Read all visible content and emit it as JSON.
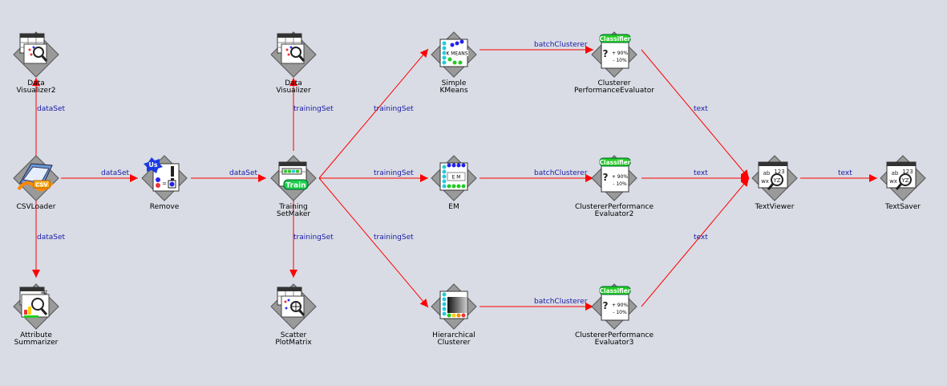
{
  "colors": {
    "background": "#d9dce4",
    "connection": "#ff0000",
    "connection_label": "#1a1aa8"
  },
  "nodes": {
    "data_visualizer2": {
      "label": "Data\nVisualizer2",
      "icon": "data-visualizer-icon"
    },
    "data_visualizer": {
      "label": "Data\nVisualizer",
      "icon": "data-visualizer-icon"
    },
    "simple_kmeans": {
      "label": "Simple\nKMeans",
      "icon": "kmeans-icon",
      "icon_text": "K MEANS"
    },
    "clusterer_eval": {
      "label": "Clusterer\nPerformanceEvaluator",
      "icon": "classifier-evaluator-icon",
      "badge": "Classifier",
      "pct1": "+ 90%",
      "pct2": "- 10%"
    },
    "csv_loader": {
      "label": "CSVLoader",
      "icon": "csv-loader-icon",
      "icon_text": "CSV"
    },
    "remove": {
      "label": "Remove",
      "icon": "remove-filter-icon",
      "icon_text": "Us"
    },
    "training_set_maker": {
      "label": "Training\nSetMaker",
      "icon": "training-set-maker-icon",
      "icon_text": "Train"
    },
    "em": {
      "label": "EM",
      "icon": "em-icon",
      "icon_text": "E M"
    },
    "clusterer_eval2": {
      "label": "ClustererPerformance\nEvaluator2",
      "icon": "classifier-evaluator-icon",
      "badge": "Classifier",
      "pct1": "+ 90%",
      "pct2": "- 10%"
    },
    "text_viewer": {
      "label": "TextViewer",
      "icon": "text-viewer-icon",
      "icon_text": "ab 123 wx YZ"
    },
    "text_saver": {
      "label": "TextSaver",
      "icon": "text-saver-icon",
      "icon_text": "ab 123 wx YZ"
    },
    "attribute_summarizer": {
      "label": "Attribute\nSummarizer",
      "icon": "attribute-summarizer-icon",
      "icon_text": "att"
    },
    "scatter_plot_matrix": {
      "label": "Scatter\nPlotMatrix",
      "icon": "scatter-plot-icon"
    },
    "hierarchical_clusterer": {
      "label": "Hierarchical\nClusterer",
      "icon": "hierarchical-icon"
    },
    "clusterer_eval3": {
      "label": "ClustererPerformance\nEvaluator3",
      "icon": "classifier-evaluator-icon",
      "badge": "Classifier",
      "pct1": "+ 90%",
      "pct2": "- 10%"
    }
  },
  "edges": {
    "csv_to_viz2": "dataSet",
    "csv_to_summarizer": "dataSet",
    "csv_to_remove": "dataSet",
    "remove_to_tsm": "dataSet",
    "tsm_to_viz": "trainingSet",
    "tsm_to_scatter": "trainingSet",
    "tsm_to_kmeans": "trainingSet",
    "tsm_to_em": "trainingSet",
    "tsm_to_hier": "trainingSet",
    "kmeans_to_eval": "batchClusterer",
    "em_to_eval2": "batchClusterer",
    "hier_to_eval3": "batchClusterer",
    "eval_to_viewer": "text",
    "eval2_to_viewer": "text",
    "eval3_to_viewer": "text",
    "viewer_to_saver": "text"
  }
}
